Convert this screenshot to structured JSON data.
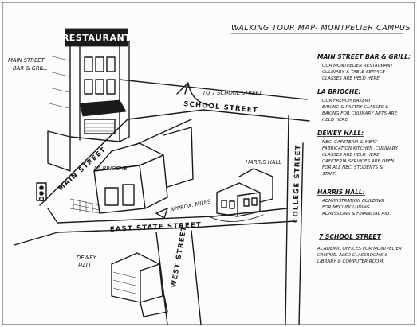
{
  "map": {
    "title": "WALKING TOUR MAP- MONTPELIER CAMPUS",
    "restaurant_sign": "RESTAURANT",
    "labels": {
      "main_street_bar": [
        "MAIN STREET",
        "BAR & GRILL"
      ],
      "la_brioche": "LA BRIOCHE",
      "harris_hall": "HARRIS HALL",
      "dewey_hall": [
        "DEWEY",
        "HALL"
      ],
      "to_7_school": "TO 7 SCHOOL STREET",
      "approx_miles": "APPROX. MILES"
    },
    "streets": {
      "school": "SCHOOL STREET",
      "main": "MAIN STREET",
      "east_state": "EAST STATE STREET",
      "college": "COLLEGE STREET",
      "west": "WEST STREET"
    }
  },
  "legend": [
    {
      "heading": "MAIN STREET BAR & GRILL:",
      "lines": [
        "OUR MONTPELIER RESTAURANT",
        "CULINARY & TABLE SERVICE",
        "CLASSES ARE HELD HERE."
      ]
    },
    {
      "heading": "LA BRIOCHE:",
      "lines": [
        "OUR FRENCH BAKERY",
        "BAKING & PASTRY CLASSES &",
        "BAKING FOR CULINARY ARTS ARE",
        "HELD HERE."
      ]
    },
    {
      "heading": "DEWEY HALL:",
      "lines": [
        "NECI CAFETERIA & MEAT",
        "FABRICATION KITCHEN. CULINARY",
        "CLASSES ARE HELD HERE.",
        "CAFETERIA SERVICES ARE OPEN",
        "FOR ALL NECI STUDENTS &",
        "STAFF."
      ]
    },
    {
      "heading": "HARRIS HALL:",
      "lines": [
        "ADMINISTRATION BUILDING",
        "FOR NECI INCLUDING",
        "ADMISSIONS & FINANCIAL AID."
      ]
    },
    {
      "heading": "7 SCHOOL STREET",
      "lines": [
        "ACADEMIC OFFICES FOR MONTPELIER",
        "CAMPUS. ALSO CLASSROOMS &",
        "LIBRARY & COMPUTER ROOM."
      ]
    }
  ]
}
